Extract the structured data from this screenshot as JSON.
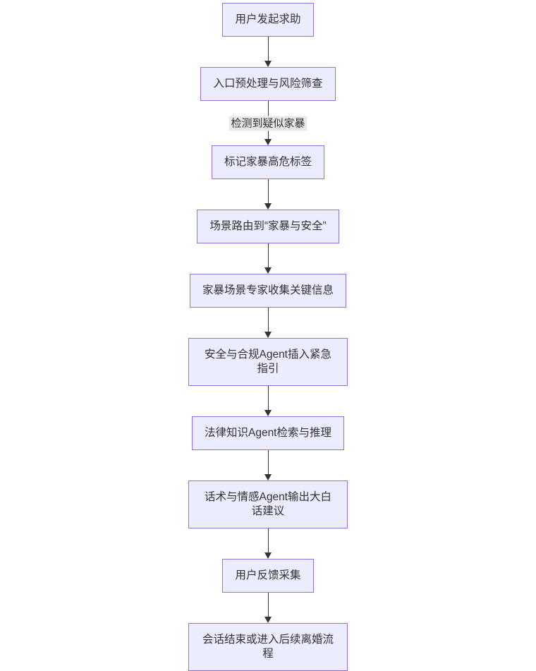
{
  "diagram": {
    "type": "flowchart",
    "direction": "top-down",
    "colors": {
      "node_fill": "#ECECFF",
      "node_border": "#9370DB",
      "node_text": "#333333",
      "arrow": "#333333",
      "edge_label_background": "#E8E8E8",
      "background": "#FFFFFF"
    },
    "nodes": [
      {
        "label": "用户发起求助"
      },
      {
        "label": "入口预处理与风险筛查"
      },
      {
        "label": "标记家暴高危标签"
      },
      {
        "label": "场景路由到“家暴与安全”"
      },
      {
        "label": "家暴场景专家收集关键信息"
      },
      {
        "label": "安全与合规Agent插入紧急指引"
      },
      {
        "label": "法律知识Agent检索与推理"
      },
      {
        "label": "话术与情感Agent输出大白话建议"
      },
      {
        "label": "用户反馈采集"
      },
      {
        "label": "会话结束或进入后续离婚流程"
      }
    ],
    "edges": [
      {
        "from": 0,
        "to": 1,
        "label": ""
      },
      {
        "from": 1,
        "to": 2,
        "label": "检测到疑似家暴"
      },
      {
        "from": 2,
        "to": 3,
        "label": ""
      },
      {
        "from": 3,
        "to": 4,
        "label": ""
      },
      {
        "from": 4,
        "to": 5,
        "label": ""
      },
      {
        "from": 5,
        "to": 6,
        "label": ""
      },
      {
        "from": 6,
        "to": 7,
        "label": ""
      },
      {
        "from": 7,
        "to": 8,
        "label": ""
      },
      {
        "from": 8,
        "to": 9,
        "label": ""
      }
    ]
  }
}
